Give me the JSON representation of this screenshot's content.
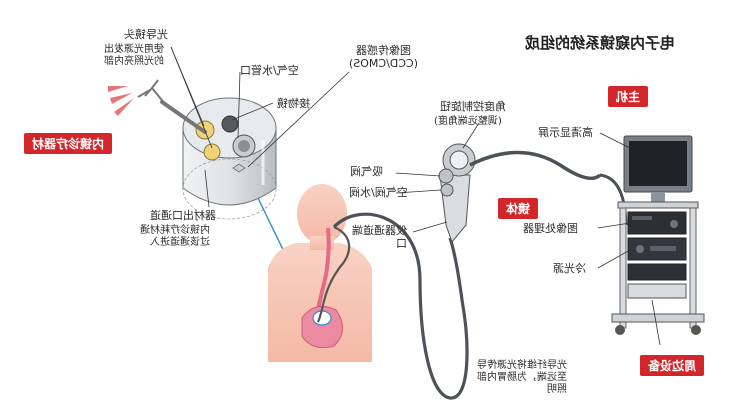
{
  "title": "电子内窥镜系统的组成",
  "tags": {
    "host": "主机",
    "scope": "镜体",
    "peripheral": "周边设备",
    "tools": "内镜诊疗器材"
  },
  "labels": {
    "light_head": "光导镜头",
    "light_head_desc": [
      "使用光源发出",
      "的光照亮内部"
    ],
    "air_water_port": "空气/水管口",
    "objective_lens": "接物镜",
    "image_sensor": [
      "图像传感器",
      "(CCD/CMOS)"
    ],
    "instrument_channel": "器材出口通道",
    "instrument_channel_desc": [
      "内镜诊疗耗材通",
      "过该通道进入"
    ],
    "angle_knob": "角度控制旋钮",
    "angle_knob_desc": "(调整远端角度)",
    "suction_valve": "吸气阀",
    "air_water_valve": "空气阀/水阀",
    "instrument_port": [
      "仪器通道端",
      "口"
    ],
    "fiber_desc": [
      "光导纤维将光源传导",
      "至远端，为肠胃内部",
      "照明"
    ],
    "monitor": "高清显示屏",
    "image_processor": "图像处理器",
    "cold_light": "冷光源"
  }
}
